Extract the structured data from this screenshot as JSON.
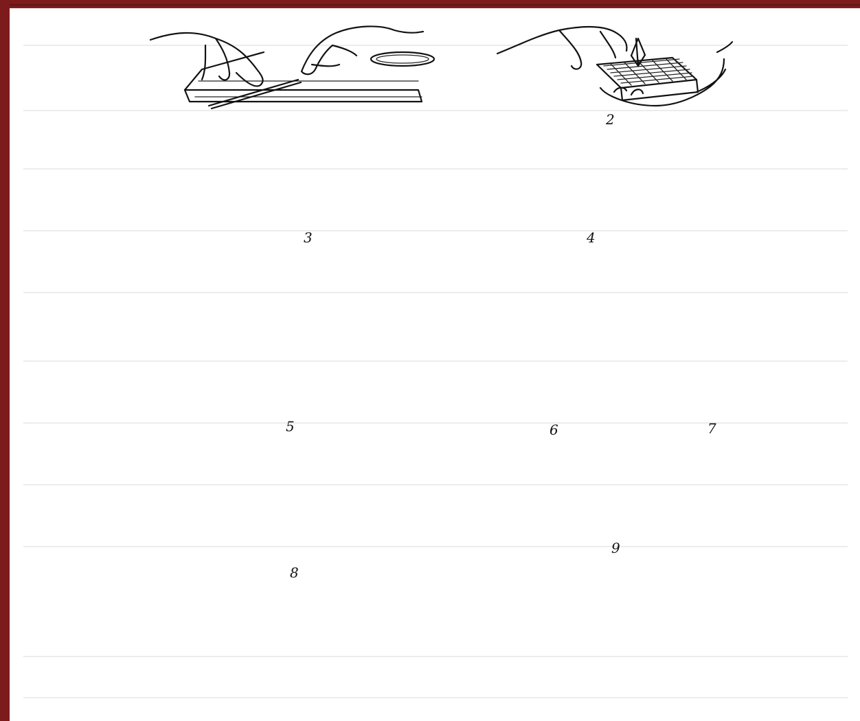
{
  "figure": {
    "panels": [
      {
        "id": 1,
        "label": "",
        "icon": "hands-stripping-cable-icon"
      },
      {
        "id": 2,
        "label": "2",
        "icon": "hands-cleaning-wire-with-brush-icon"
      },
      {
        "id": 3,
        "label": "3",
        "icon": "hands-twisting-wire-end-icon"
      },
      {
        "id": 4,
        "label": "4",
        "icon": "hands-pulling-wire-icon"
      },
      {
        "id": 5,
        "label": "5",
        "icon": "hands-using-pliers-icon"
      },
      {
        "id": 6,
        "label": "6",
        "icon": "hands-forming-loop-icon"
      },
      {
        "id": 7,
        "label": "7",
        "icon": "hands-pressing-connector-icon"
      },
      {
        "id": 8,
        "label": "8",
        "icon": "hands-binding-wire-icon"
      },
      {
        "id": 9,
        "label": "9",
        "icon": "hands-tying-bundle-icon"
      },
      {
        "id": 10,
        "label": "",
        "icon": "braided-cable-sleeve-icon"
      },
      {
        "id": 11,
        "label": "",
        "icon": "cable-cross-section-icon"
      },
      {
        "id": 12,
        "label": "",
        "icon": "hands-lighting-match-icon"
      }
    ]
  },
  "colors": {
    "background_frame": "#7d1a1c",
    "paper": "#ffffff",
    "ink": "#111111"
  }
}
